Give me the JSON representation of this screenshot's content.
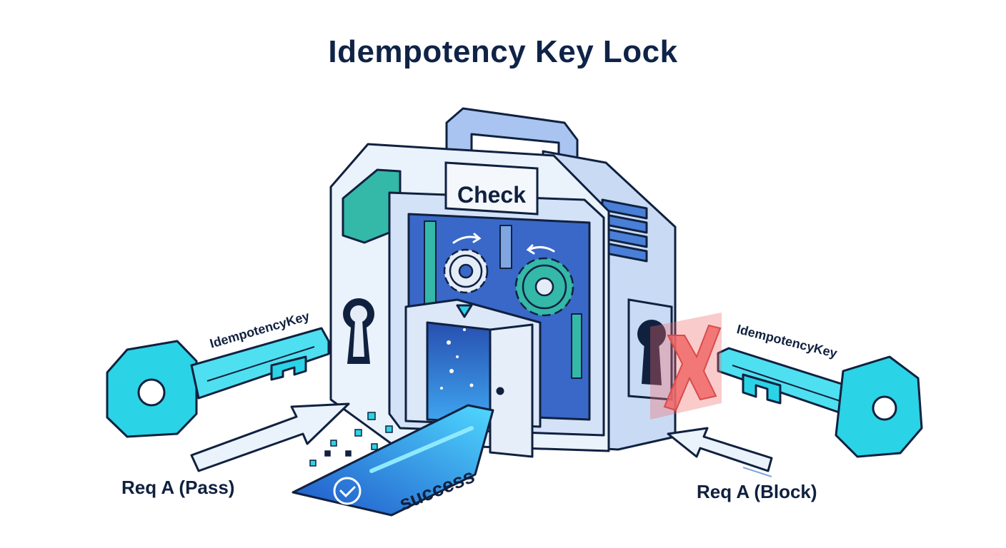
{
  "title": "Idempotency Key Lock",
  "lock": {
    "panel_label": "Check"
  },
  "key_left": {
    "label": "IdempotencyKey"
  },
  "key_right": {
    "label": "IdempotencyKey"
  },
  "request_pass": {
    "label": "Req A (Pass)"
  },
  "request_block": {
    "label": "Req A (Block)"
  },
  "output": {
    "label": "success"
  },
  "colors": {
    "outline": "#10213f",
    "lock_face": "#e8f0fb",
    "lock_side": "#b9cdf0",
    "interior": "#3566c8",
    "key": "#2bd3e6",
    "accent_teal": "#34b8a8",
    "block_red": "#f06a6a",
    "success_beam": "#2f7de8"
  }
}
